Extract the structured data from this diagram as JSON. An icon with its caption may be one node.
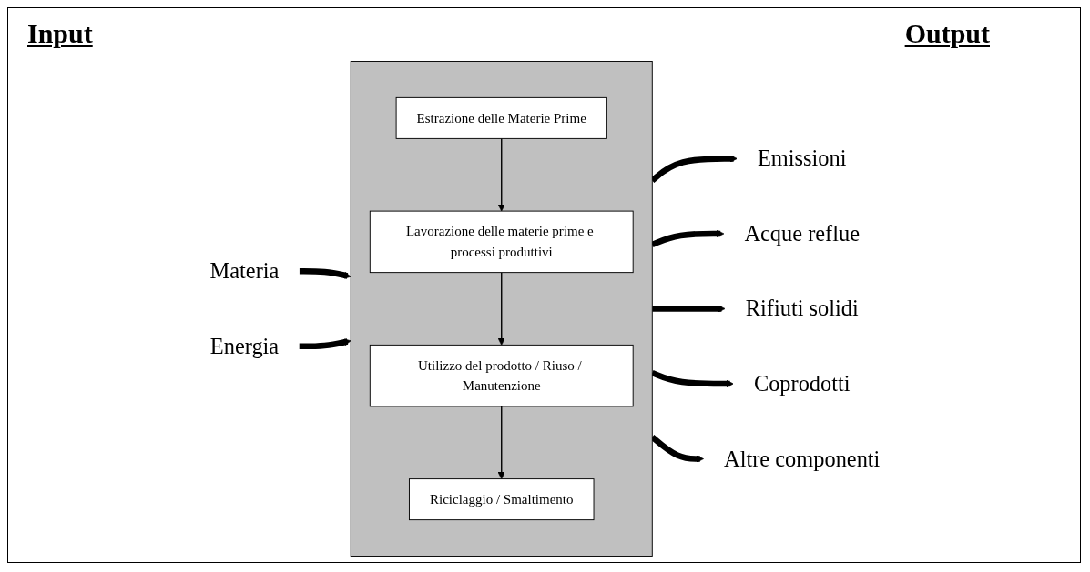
{
  "diagram": {
    "nodes": [
      {
        "text": [],
        "shape": "box"
      },
      {
        "text": [
          "Estrazione delle Materie Prime"
        ],
        "in": 0
      },
      {
        "text": [
          "Lavorazione delle materie prime e processi produttivi"
        ],
        "in": 0
      },
      {
        "text": [
          "Utilizzo del prodotto / Riuso / Manutenzione"
        ],
        "in": 0
      },
      {
        "text": [
          "Riciclaggio / Smaltimento"
        ],
        "in": 0
      },
      {
        "text": [
          "Materia"
        ]
      },
      {
        "text": [
          "Energia"
        ]
      },
      {
        "text": [
          "Emissioni"
        ]
      },
      {
        "text": [
          "Acque reflue"
        ]
      },
      {
        "text": [
          "Rifiuti solidi"
        ]
      },
      {
        "text": [
          "Coprodotti"
        ]
      },
      {
        "text": [
          "Altre componenti"
        ]
      }
    ],
    "edges": [
      {
        "from": 5,
        "to": 0,
        "arrow": "to"
      },
      {
        "from": 6,
        "to": 0,
        "arrow": "to"
      },
      {
        "from": 1,
        "to": 2,
        "arrow": "to"
      },
      {
        "from": 2,
        "to": 3,
        "arrow": "to"
      },
      {
        "from": 3,
        "to": 4,
        "arrow": "to"
      },
      {
        "from": 0,
        "to": 7,
        "arrow": "to"
      },
      {
        "from": 0,
        "to": 8,
        "arrow": "to"
      },
      {
        "from": 0,
        "to": 9,
        "arrow": "to"
      },
      {
        "from": 0,
        "to": 10,
        "arrow": "to"
      },
      {
        "from": 0,
        "to": 11,
        "arrow": "to"
      }
    ],
    "labels": [
      "Input",
      "Output"
    ]
  }
}
